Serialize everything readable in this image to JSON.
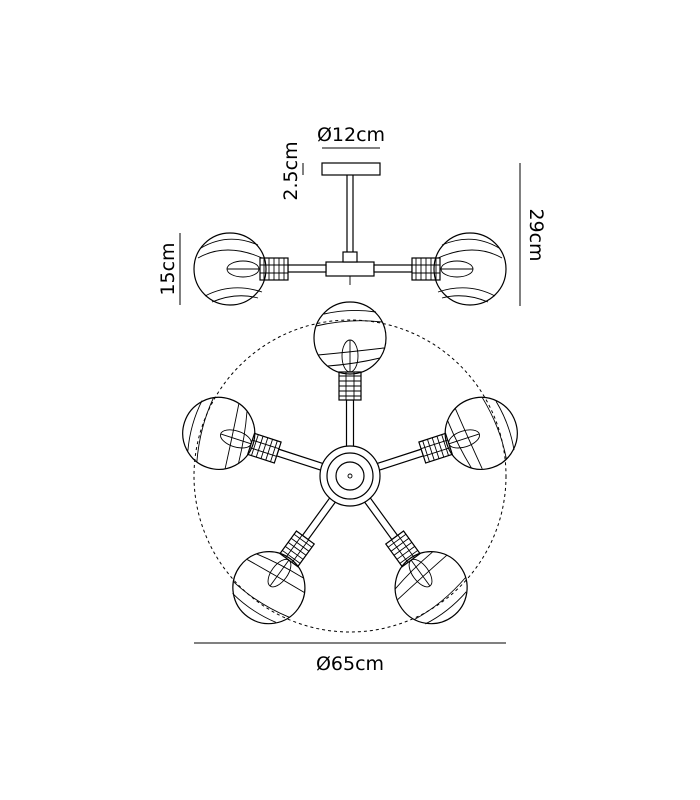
{
  "dimensions": {
    "canopy_diameter": "Ø12cm",
    "canopy_height": "2.5cm",
    "overall_height": "29cm",
    "globe_height": "15cm",
    "overall_diameter": "Ø65cm"
  },
  "product": {
    "arm_count": 5,
    "icon": "five-arm-globe-ceiling-light"
  },
  "colors": {
    "line": "#000000",
    "background": "#ffffff"
  }
}
